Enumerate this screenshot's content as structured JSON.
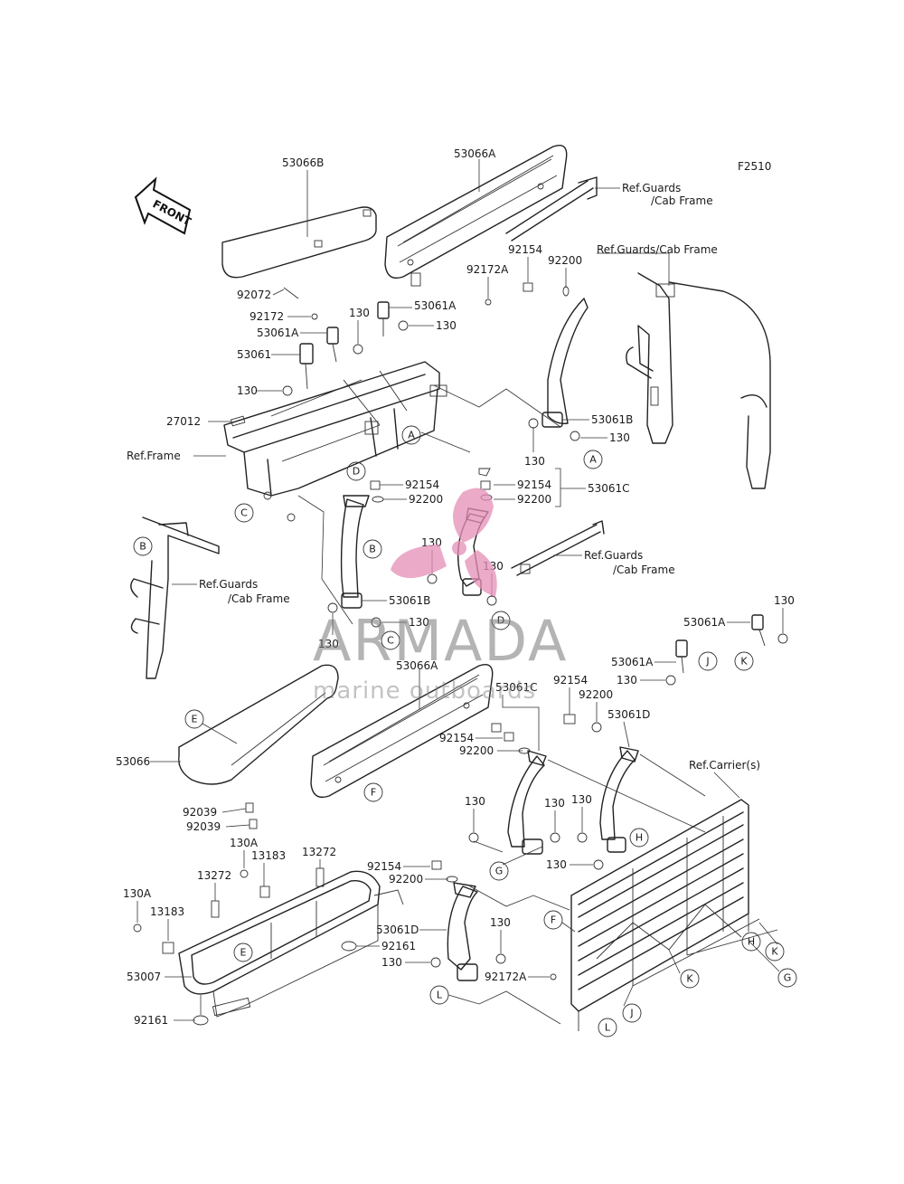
{
  "figure_id": "F2510",
  "front_arrow": "FRONT",
  "watermark": {
    "name": "ARMADA",
    "tagline": "marine outboards",
    "logo_color": "#e58fb6"
  },
  "labels": {
    "p53066B": "53066B",
    "p53066A_top": "53066A",
    "ref_guards_cab_1": "Ref.Guards",
    "ref_guards_cab_1b": "/Cab Frame",
    "p92154_a": "92154",
    "p92200_a": "92200",
    "ref_guards_cab_2": "Ref.Guards/Cab Frame",
    "p92172A_top": "92172A",
    "p92072": "92072",
    "p92172": "92172",
    "p53061A_a": "53061A",
    "p130_a": "130",
    "p130_b": "130",
    "p53061A_b": "53061A",
    "p53061": "53061",
    "p130_c": "130",
    "p27012": "27012",
    "ref_frame": "Ref.Frame",
    "p53061B_a": "53061B",
    "p130_d": "130",
    "p130_e": "130",
    "p92154_b": "92154",
    "p92200_b": "92200",
    "p92154_c": "92154",
    "p92200_c": "92200",
    "p53061C_a": "53061C",
    "ref_guards_cab_3": "Ref.Guards",
    "ref_guards_cab_3b": "/Cab Frame",
    "ref_guards_cab_4": "Ref.Guards",
    "ref_guards_cab_4b": "/Cab Frame",
    "p130_f": "130",
    "p130_g": "130",
    "p53061B_b": "53061B",
    "p130_h": "130",
    "p130_i": "130",
    "p130_j": "130",
    "p53061A_c": "53061A",
    "p53061A_d": "53061A",
    "p130_k": "130",
    "p53066A_mid": "53066A",
    "p53061C_b": "53061C",
    "p92154_d": "92154",
    "p92200_d": "92200",
    "p53061D_a": "53061D",
    "p92154_e": "92154",
    "p92200_e": "92200",
    "p53066": "53066",
    "ref_carriers": "Ref.Carrier(s)",
    "p92039_a": "92039",
    "p92039_b": "92039",
    "p13272_a": "13272",
    "p130A_a": "130A",
    "p13183_a": "13183",
    "p13272_b": "13272",
    "p130_l": "130",
    "p130_m": "130",
    "p130_n": "130",
    "p130_o": "130",
    "p130A_b": "130A",
    "p13183_b": "13183",
    "p92154_f": "92154",
    "p92200_f": "92200",
    "p130_p": "130",
    "p53061D_b": "53061D",
    "p92161_a": "92161",
    "p53007": "53007",
    "p130_q": "130",
    "p92172A_bot": "92172A",
    "p92161_b": "92161"
  },
  "callouts": {
    "A1": "A",
    "A2": "A",
    "B1": "B",
    "B2": "B",
    "C1": "C",
    "C2": "C",
    "D1": "D",
    "D2": "D",
    "E1": "E",
    "E2": "E",
    "F1": "F",
    "F2": "F",
    "G1": "G",
    "G2": "G",
    "H1": "H",
    "H2": "H",
    "J1": "J",
    "J2": "J",
    "K1": "K",
    "K2": "K",
    "K3": "K",
    "L1": "L",
    "L2": "L"
  }
}
